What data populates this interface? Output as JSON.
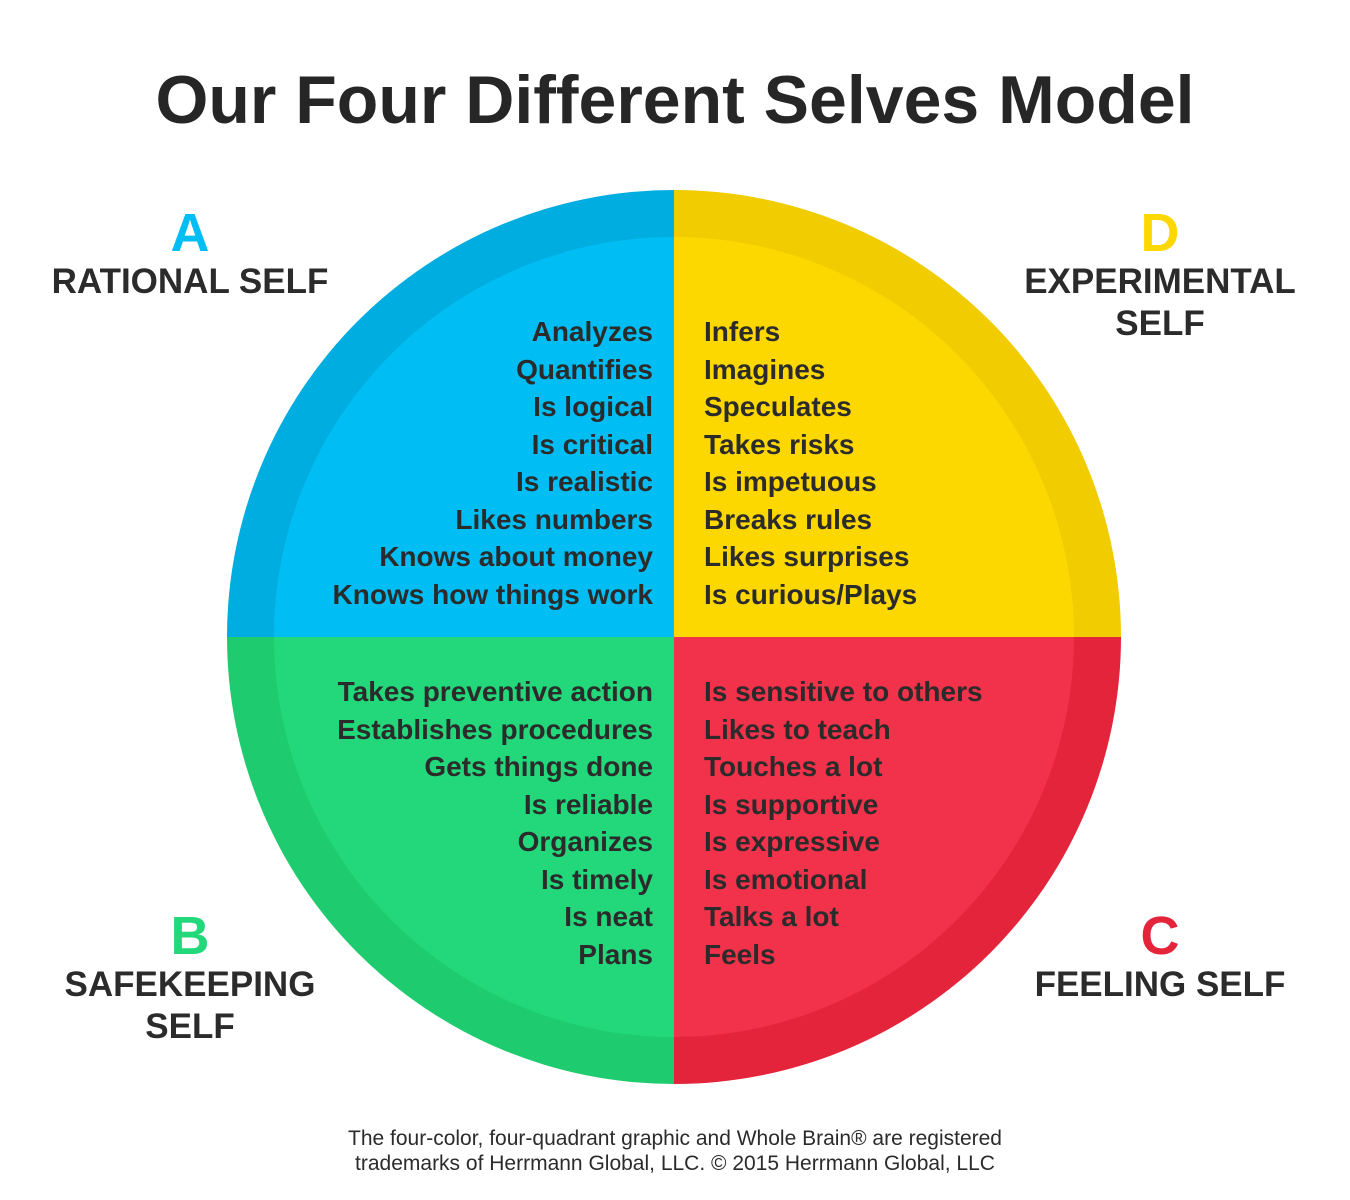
{
  "title": "Our Four Different Selves Model",
  "colors": {
    "a_outer": "#00ADE0",
    "a_inner": "#00BEF3",
    "d_outer": "#F0CC00",
    "d_inner": "#FDD800",
    "b_outer": "#1ECC6F",
    "b_inner": "#22D87A",
    "c_outer": "#E3243B",
    "c_inner": "#F2314A",
    "text": "#2b2b2b"
  },
  "quadrants": {
    "a": {
      "letter": "A",
      "name": "RATIONAL SELF",
      "traits": [
        "Analyzes",
        "Quantifies",
        "Is logical",
        "Is critical",
        "Is realistic",
        "Likes numbers",
        "Knows about money",
        "Knows how things work"
      ]
    },
    "d": {
      "letter": "D",
      "name_line1": "EXPERIMENTAL",
      "name_line2": "SELF",
      "traits": [
        "Infers",
        "Imagines",
        "Speculates",
        "Takes risks",
        "Is impetuous",
        "Breaks rules",
        "Likes surprises",
        "Is curious/Plays"
      ]
    },
    "b": {
      "letter": "B",
      "name_line1": "SAFEKEEPING",
      "name_line2": "SELF",
      "traits": [
        "Takes preventive action",
        "Establishes procedures",
        "Gets things done",
        "Is reliable",
        "Organizes",
        "Is timely",
        "Is neat",
        "Plans"
      ]
    },
    "c": {
      "letter": "C",
      "name": "FEELING SELF",
      "traits": [
        "Is sensitive to others",
        "Likes to teach",
        "Touches a lot",
        "Is supportive",
        "Is expressive",
        "Is emotional",
        "Talks a lot",
        "Feels"
      ]
    }
  },
  "footer": {
    "line1": "The four-color, four-quadrant graphic and Whole Brain® are registered",
    "line2": "trademarks of Herrmann Global, LLC. © 2015 Herrmann Global, LLC"
  }
}
